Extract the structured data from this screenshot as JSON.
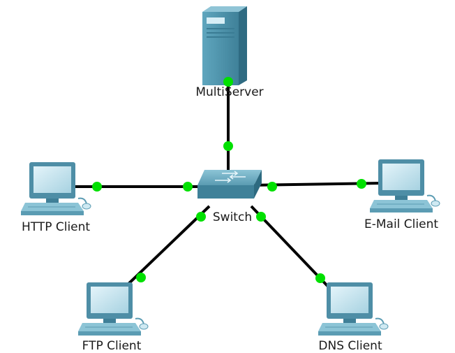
{
  "diagram": {
    "title": "",
    "colors": {
      "link": "#000000",
      "link_up": "#00e000",
      "device_dark": "#2e6a80",
      "device_mid": "#5b9cb3",
      "device_light": "#a9d7e6",
      "screen": "#cfe9f2"
    },
    "devices": {
      "server": {
        "label": "MultiServer",
        "icon": "server-icon"
      },
      "switch": {
        "label": "Switch",
        "icon": "switch-icon"
      },
      "http": {
        "label": "HTTP Client",
        "icon": "pc-icon"
      },
      "email": {
        "label": "E-Mail Client",
        "icon": "pc-icon"
      },
      "ftp": {
        "label": "FTP Client",
        "icon": "pc-icon"
      },
      "dns": {
        "label": "DNS Client",
        "icon": "pc-icon"
      }
    },
    "links": [
      {
        "from": "switch",
        "to": "server",
        "status": "up"
      },
      {
        "from": "switch",
        "to": "http",
        "status": "up"
      },
      {
        "from": "switch",
        "to": "email",
        "status": "up"
      },
      {
        "from": "switch",
        "to": "ftp",
        "status": "up"
      },
      {
        "from": "switch",
        "to": "dns",
        "status": "up"
      }
    ]
  }
}
